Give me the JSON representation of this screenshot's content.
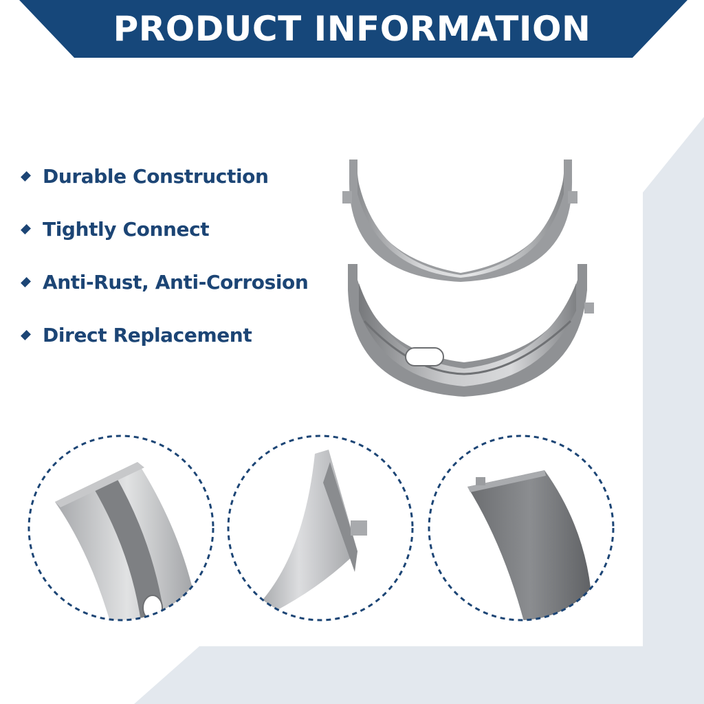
{
  "header": {
    "title": "PRODUCT INFORMATION",
    "color": "#16477a"
  },
  "features": [
    {
      "label": "Durable Construction",
      "icon": "diamond-bullet-icon"
    },
    {
      "label": "Tightly Connect",
      "icon": "diamond-bullet-icon"
    },
    {
      "label": "Anti-Rust, Anti-Corrosion",
      "icon": "diamond-bullet-icon"
    },
    {
      "label": "Direct Replacement",
      "icon": "diamond-bullet-icon"
    }
  ],
  "colors": {
    "accent": "#1c4575",
    "background_band": "#e3e8ee",
    "metal_light": "#c4c5c7",
    "metal_dark": "#6b6d70"
  },
  "detail_views": [
    {
      "subject": "bearing-groove-closeup"
    },
    {
      "subject": "bearing-tab-closeup"
    },
    {
      "subject": "bearing-back-closeup"
    }
  ]
}
